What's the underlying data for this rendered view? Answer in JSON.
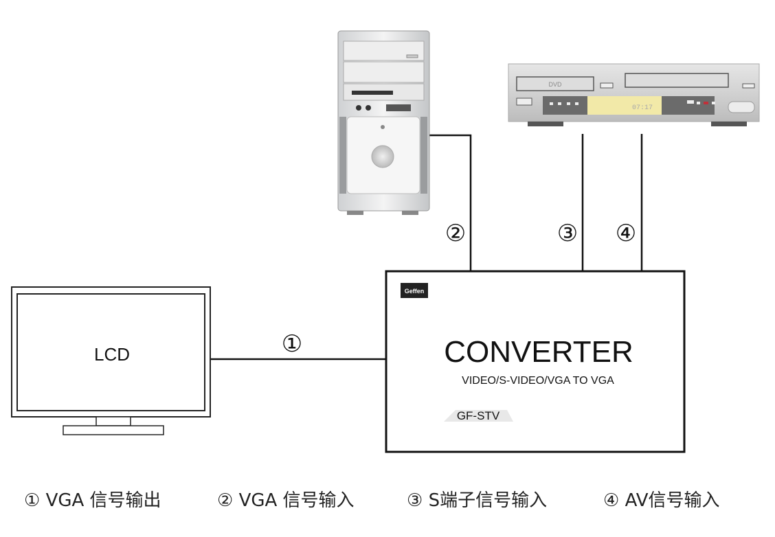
{
  "devices": {
    "lcd": {
      "label": "LCD"
    },
    "converter": {
      "brand": "Geffen",
      "title": "CONVERTER",
      "subtitle": "VIDEO/S-VIDEO/VGA TO VGA",
      "model": "GF-STV"
    },
    "pc": {},
    "dvd": {
      "logo": "DVD",
      "display": "07:17"
    }
  },
  "connections": [
    {
      "marker": "①"
    },
    {
      "marker": "②"
    },
    {
      "marker": "③"
    },
    {
      "marker": "④"
    }
  ],
  "legend": [
    {
      "text": "① VGA  信号输出"
    },
    {
      "text": "② VGA 信号输入"
    },
    {
      "text": "③ S端子信号输入"
    },
    {
      "text": "④ AV信号输入"
    }
  ]
}
